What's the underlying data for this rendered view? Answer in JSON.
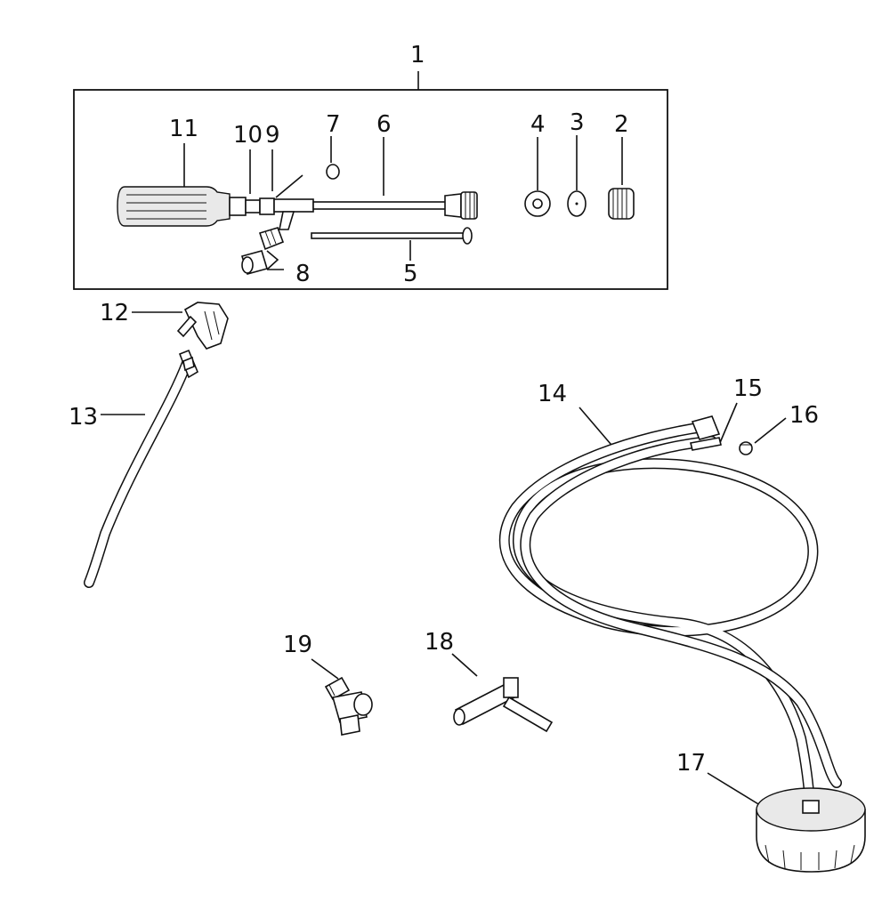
{
  "labels": {
    "l1": "1",
    "l2": "2",
    "l3": "3",
    "l4": "4",
    "l5": "5",
    "l6": "6",
    "l7": "7",
    "l8": "8",
    "l9": "9",
    "l10": "10",
    "l11": "11",
    "l12": "12",
    "l13": "13",
    "l14": "14",
    "l15": "15",
    "l16": "16",
    "l17": "17",
    "l18": "18",
    "l19": "19"
  },
  "colors": {
    "line": "#111111",
    "background": "#ffffff"
  }
}
